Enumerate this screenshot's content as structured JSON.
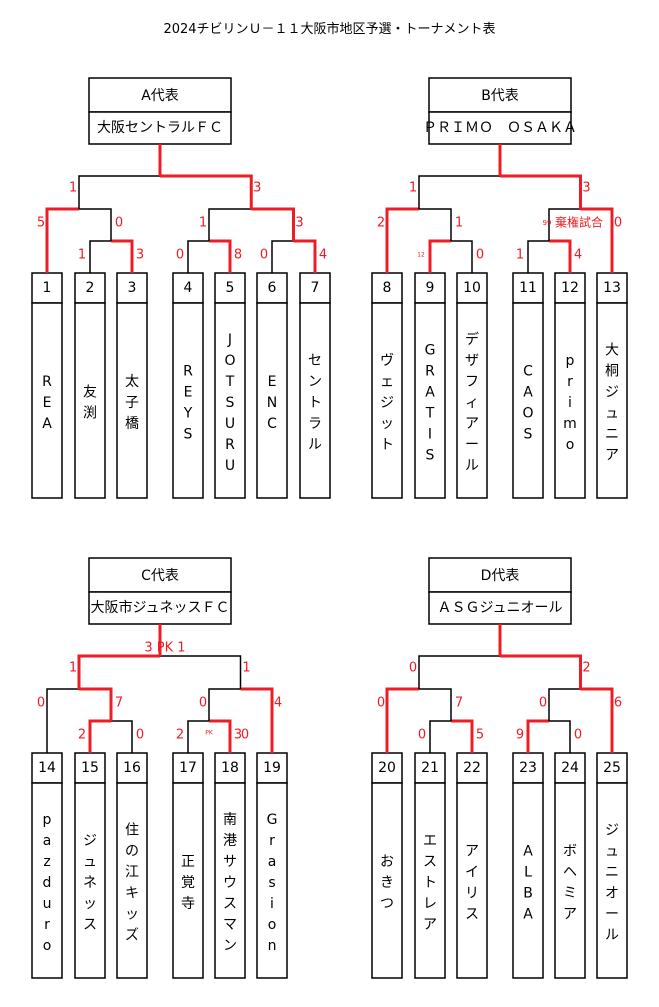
{
  "title": "2024チビリンＵ－１１大阪市地区予選・トーナメント表",
  "colors": {
    "win": "#ee1c25",
    "line": "#000000"
  },
  "blocks": [
    {
      "label": "A代表",
      "winner": "大阪セントラルＦＣ",
      "teams": [
        {
          "no": "1",
          "name": "REA"
        },
        {
          "no": "2",
          "name": "友渕"
        },
        {
          "no": "3",
          "name": "太子橋"
        },
        {
          "no": "4",
          "name": "REYS"
        },
        {
          "no": "5",
          "name": "JOTSURU"
        },
        {
          "no": "6",
          "name": "ENC"
        },
        {
          "no": "7",
          "name": "セントラル"
        }
      ],
      "scores": {
        "final_l": "1",
        "final_r": "3",
        "semi_l_l": "5",
        "semi_l_r": "0",
        "semi_r_l": "1",
        "semi_r_r": "3",
        "q1_l": "1",
        "q1_r": "3",
        "q2_l": "0",
        "q2_r": "8",
        "q3_l": "0",
        "q3_r": "4"
      },
      "notes": {}
    },
    {
      "label": "B代表",
      "winner": "ＰＲＩＭＯ　ＯＳＡＫＡ",
      "teams": [
        {
          "no": "8",
          "name": "ヴェジット"
        },
        {
          "no": "9",
          "name": "GRATIS"
        },
        {
          "no": "10",
          "name": "デザフィアール"
        },
        {
          "no": "11",
          "name": "CAOS"
        },
        {
          "no": "12",
          "name": "primo"
        },
        {
          "no": "13",
          "name": "大桐ジュニア"
        }
      ],
      "scores": {
        "final_l": "1",
        "final_r": "3",
        "semi_l_l": "2",
        "semi_l_r": "1",
        "semi_r_l": "99",
        "semi_r_r": "0",
        "q1_l": "12",
        "q1_r": "0",
        "q2_l": "1",
        "q2_r": "4"
      },
      "notes": {
        "semi_r": "棄権試合"
      }
    },
    {
      "label": "C代表",
      "winner": "大阪市ジュネッスＦＣ",
      "teams": [
        {
          "no": "14",
          "name": "pazduro"
        },
        {
          "no": "15",
          "name": "ジュネッス"
        },
        {
          "no": "16",
          "name": "住の江キッズ"
        },
        {
          "no": "17",
          "name": "正覚寺"
        },
        {
          "no": "18",
          "name": "南港サウスマン"
        },
        {
          "no": "19",
          "name": "Grasion"
        }
      ],
      "scores": {
        "final_l": "1",
        "final_r": "1",
        "semi_l_l": "0",
        "semi_l_r": "7",
        "semi_r_l": "0",
        "semi_r_r": "4",
        "q1_l": "2",
        "q1_r": "0",
        "q2_l": "2",
        "q2_r": "3",
        "q2_rr": "0"
      },
      "notes": {
        "final_pk": "3 PK 1",
        "q2_pk": "PK"
      }
    },
    {
      "label": "D代表",
      "winner": "ＡＳＧジュニオール",
      "teams": [
        {
          "no": "20",
          "name": "おきつ"
        },
        {
          "no": "21",
          "name": "エストレア"
        },
        {
          "no": "22",
          "name": "アイリス"
        },
        {
          "no": "23",
          "name": "ALBA"
        },
        {
          "no": "24",
          "name": "ボヘミア"
        },
        {
          "no": "25",
          "name": "ジュニオール"
        }
      ],
      "scores": {
        "final_l": "0",
        "final_r": "2",
        "semi_l_l": "0",
        "semi_l_r": "7",
        "semi_r_l": "0",
        "semi_r_r": "6",
        "q1_l": "0",
        "q1_r": "5",
        "q2_l": "9",
        "q2_r": "0"
      },
      "notes": {}
    }
  ]
}
